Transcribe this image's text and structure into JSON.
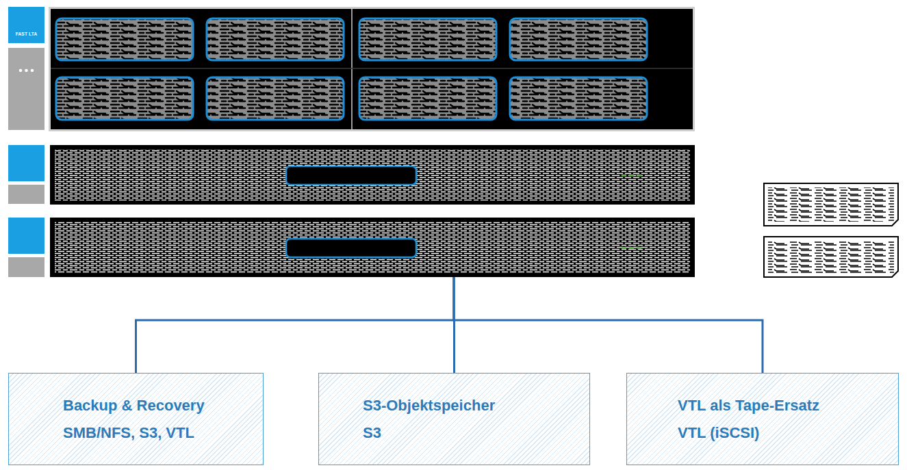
{
  "diagram": {
    "nodes": [
      {
        "text": [
          "FAST LTA"
        ]
      },
      {
        "text": [
          "Backup & Recovery",
          "SMB/NFS, S3, VTL"
        ]
      },
      {
        "text": [
          "S3-Objektspeicher",
          "S3"
        ]
      },
      {
        "text": [
          "VTL als Tape-Ersatz",
          "VTL (iSCSI)"
        ]
      }
    ],
    "edges": [
      {
        "from": 0,
        "to": 1,
        "arrow": "none"
      },
      {
        "from": 0,
        "to": 2,
        "arrow": "none"
      },
      {
        "from": 0,
        "to": 3,
        "arrow": "none"
      }
    ]
  }
}
